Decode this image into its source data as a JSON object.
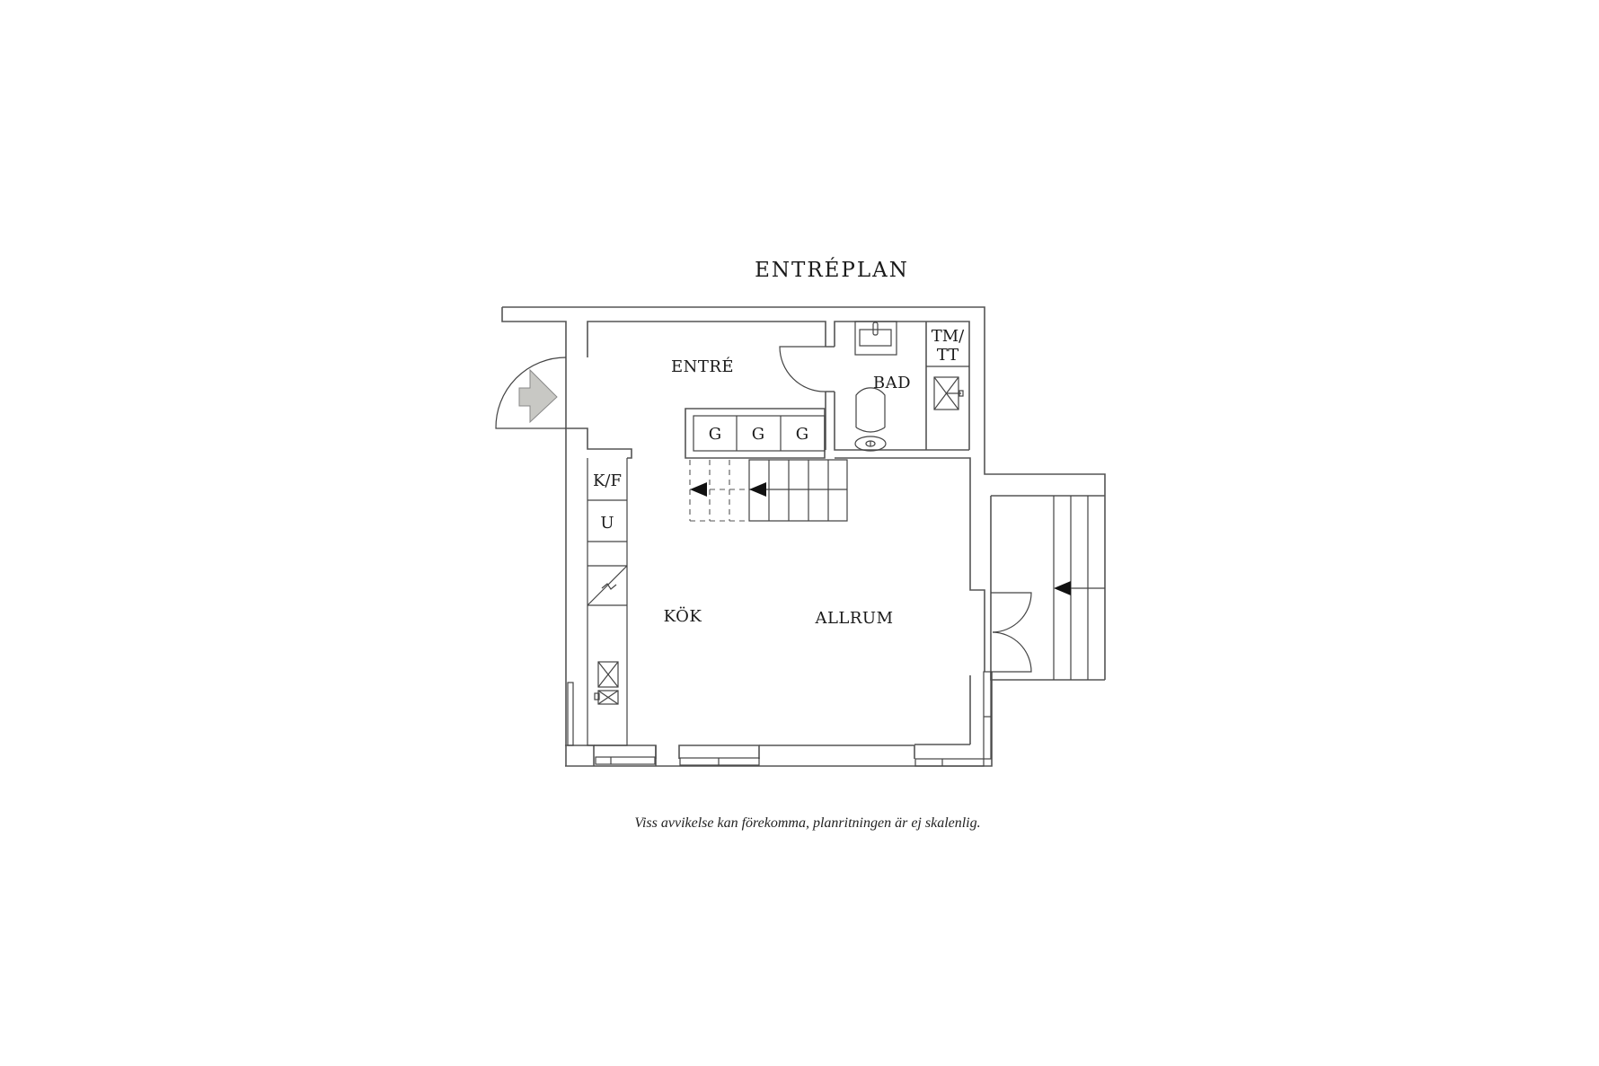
{
  "title": "ENTRÉPLAN",
  "rooms": {
    "entre": "ENTRÉ",
    "bad": "BAD",
    "kok": "KÖK",
    "allrum": "ALLRUM"
  },
  "fixtures": {
    "tm_tt_line1": "TM/",
    "tm_tt_line2": "TT",
    "wardrobe_1": "G",
    "wardrobe_2": "G",
    "wardrobe_3": "G",
    "fridge_freezer": "K/F",
    "oven": "U"
  },
  "disclaimer": "Viss avvikelse kan förekomma, planritningen är ej skalenlig.",
  "colors": {
    "line": "#555555",
    "entry_arrow": "#c8c8c4",
    "background": "#ffffff"
  },
  "icons": [
    "entry-arrow-icon",
    "stair-arrow-icon",
    "sink-icon",
    "toilet-icon",
    "shower-icon",
    "stove-icon",
    "door-swing-icon"
  ]
}
